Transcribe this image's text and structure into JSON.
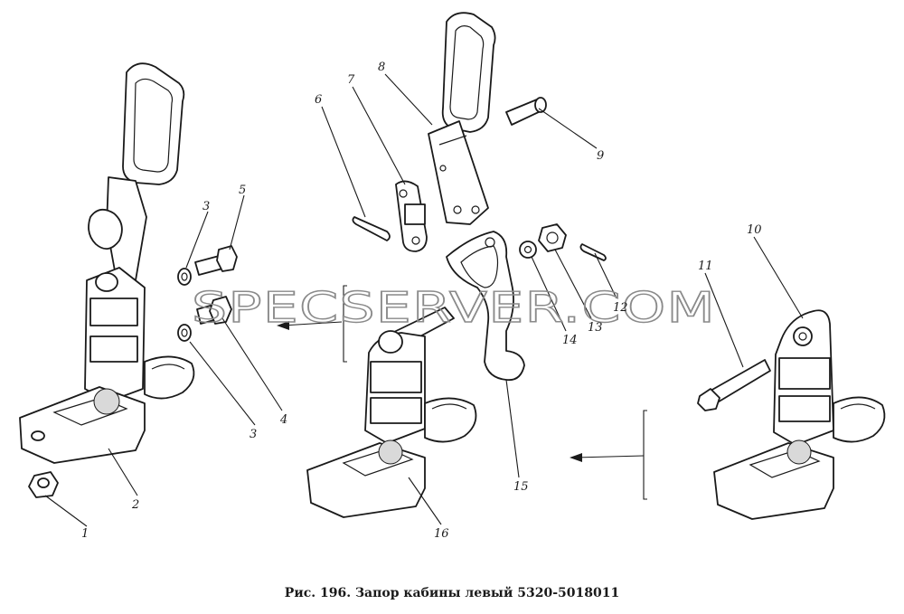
{
  "caption": "Рис. 196. Запор кабины левый 5320-5018011",
  "watermark": "SPECSERVER.COM",
  "callouts": [
    "1",
    "2",
    "3",
    "4",
    "3",
    "5",
    "6",
    "7",
    "8",
    "9",
    "10",
    "11",
    "12",
    "13",
    "14",
    "15",
    "16"
  ]
}
